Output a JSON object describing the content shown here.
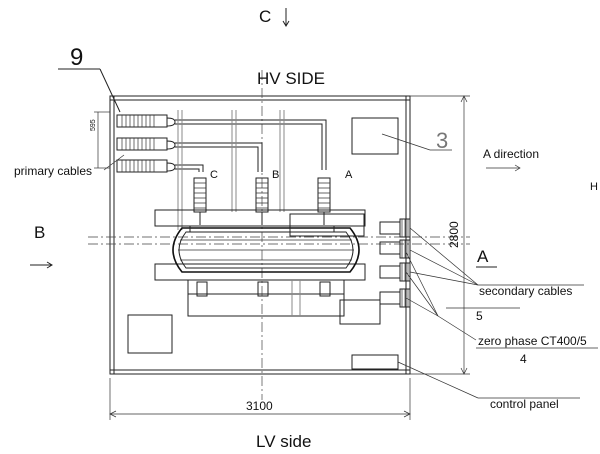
{
  "views": {
    "top": "C",
    "left": "B",
    "right": "A",
    "top_title": "HV SIDE",
    "bottom_title": "LV side"
  },
  "callouts": {
    "item_9": "9",
    "item_3": "3",
    "item_5": "5",
    "item_4": "4",
    "primary_cables": "primary cables",
    "a_direction": "A direction",
    "secondary_cables": "secondary cables",
    "zero_phase_ct": "zero phase CT400/5",
    "control_panel": "control panel"
  },
  "phases": [
    "C",
    "B",
    "A"
  ],
  "dimensions": {
    "width": "3100",
    "height": "2800",
    "bushing_spacing": "595"
  },
  "edge_marker": "H"
}
